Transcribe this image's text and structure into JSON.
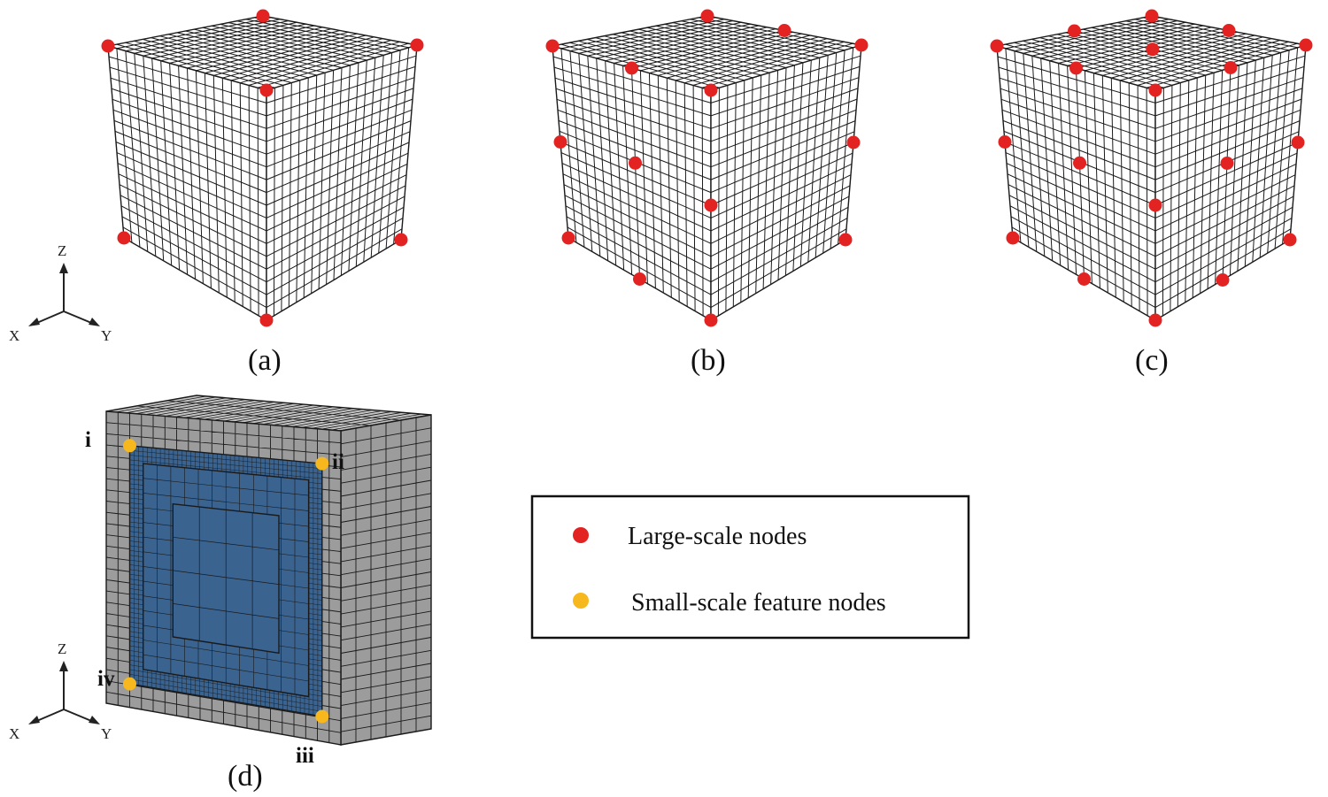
{
  "panels": [
    {
      "id": "a",
      "caption": "(a)",
      "axis_labels": {
        "z": "Z",
        "x": "X",
        "y": "Y"
      }
    },
    {
      "id": "b",
      "caption": "(b)"
    },
    {
      "id": "c",
      "caption": "(c)"
    },
    {
      "id": "d",
      "caption": "(d)",
      "axis_labels": {
        "z": "Z",
        "x": "X",
        "y": "Y"
      },
      "corner_labels": [
        "i",
        "ii",
        "iii",
        "iv"
      ]
    }
  ],
  "legend": {
    "items": [
      {
        "label": "Large-scale nodes",
        "color": "#e32222"
      },
      {
        "label": "Small-scale feature nodes",
        "color": "#f6b81c"
      }
    ]
  },
  "colors": {
    "large_node": "#e32222",
    "small_node": "#f6b81c",
    "mesh_line": "#1a1a1a",
    "solid_face": "#9c9c9c",
    "solid_top": "#c4c4c4",
    "inner_face": "#3a6390"
  }
}
